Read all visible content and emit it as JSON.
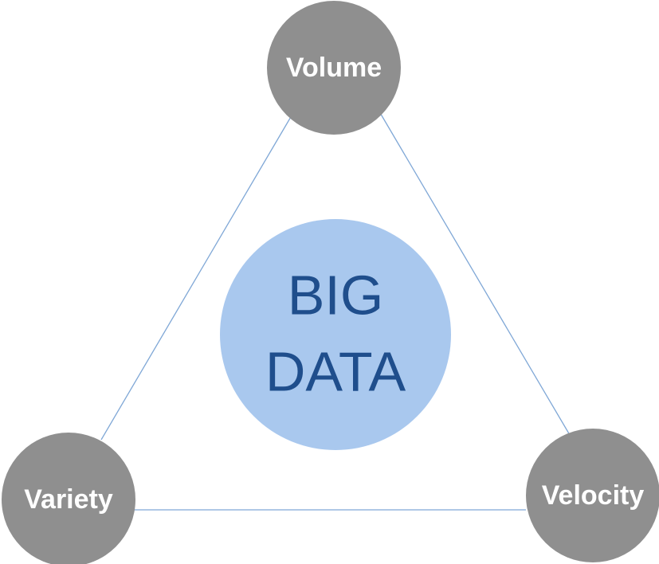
{
  "center": {
    "lines": [
      "BIG",
      "DATA"
    ]
  },
  "nodes": [
    {
      "id": "volume",
      "label": "Volume"
    },
    {
      "id": "variety",
      "label": "Variety"
    },
    {
      "id": "velocity",
      "label": "Velocity"
    }
  ],
  "edges": [
    {
      "from": "volume",
      "to": "variety"
    },
    {
      "from": "volume",
      "to": "velocity"
    },
    {
      "from": "variety",
      "to": "velocity"
    }
  ],
  "colors": {
    "node_fill": "#8f8f8f",
    "node_text": "#ffffff",
    "center_fill": "#a9c8ee",
    "center_text": "#1f4e8c",
    "edge": "#7fa7d6"
  }
}
